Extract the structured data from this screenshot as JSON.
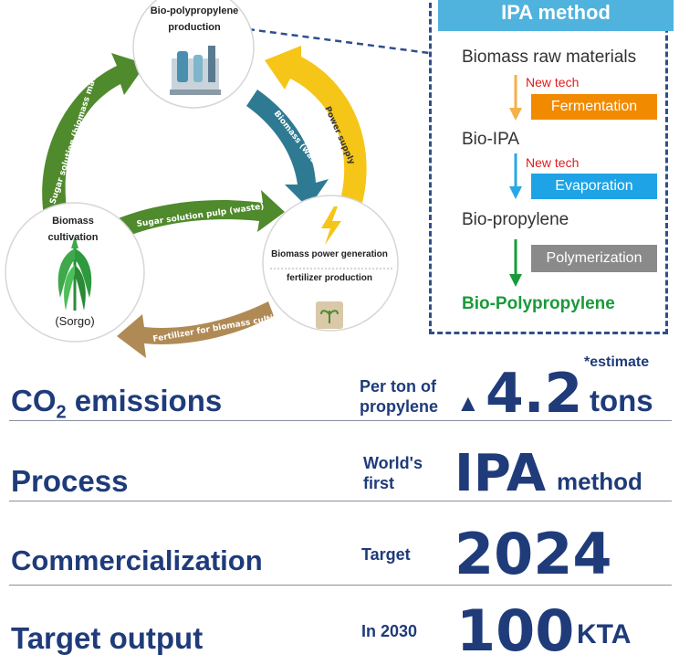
{
  "cycle": {
    "top_node_label": "Bio-polypropylene production",
    "left_node_label": "Biomass cultivation",
    "left_node_sub": "(Sorgo)",
    "right_node_label": "Biomass power generation",
    "right_node_label2": "fertilizer production",
    "arrow_left": "Sugar solution (biomass materials)",
    "arrow_middle": "Sugar solution pulp (waste)",
    "arrow_right_inner": "Biomass (waste)",
    "arrow_right_outer": "Power supply",
    "arrow_bottom": "Fertilizer for biomass cultivation"
  },
  "ipa": {
    "title": "IPA method",
    "stage1": "Biomass raw materials",
    "stage2": "Bio-IPA",
    "stage3": "Bio-propylene",
    "stage4": "Bio-Polypropylene",
    "new_tech1": "New tech",
    "new_tech2": "New tech",
    "step1": "Fermentation",
    "step2": "Evaporation",
    "step3": "Polymerization",
    "colors": {
      "step1": "#f28a00",
      "step2": "#1ea3e6",
      "step3": "#8a8a8a",
      "final": "#1a9a3a"
    }
  },
  "stats": {
    "estimate_note": "*estimate",
    "co2_label_a": "CO",
    "co2_label_sub": "2",
    "co2_label_b": " emissions",
    "co2_small_1": "Per ton of",
    "co2_small_2": "propylene",
    "co2_triangle": "▲",
    "co2_value": "4.2",
    "co2_unit": "tons",
    "process_label": "Process",
    "process_small_1": "World's",
    "process_small_2": "first",
    "process_value": "IPA",
    "process_unit": "method",
    "comm_label": "Commercialization",
    "comm_small": "Target",
    "comm_value": "2024",
    "output_label": "Target output",
    "output_small": "In 2030",
    "output_value": "100",
    "output_unit": "KTA"
  }
}
